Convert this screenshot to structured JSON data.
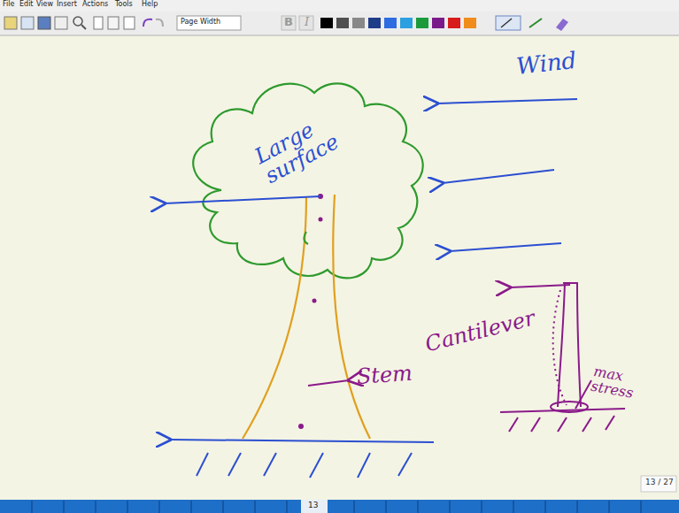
{
  "diagram": {
    "labels": [
      "File",
      "Edit",
      "View",
      "Insert",
      "Actions",
      "Tools",
      "Help",
      "Page Width",
      "B",
      "I",
      "Wind",
      "Large surface",
      "Stem",
      "Cantilever",
      "max stress",
      "13 / 27",
      "13"
    ]
  }
}
